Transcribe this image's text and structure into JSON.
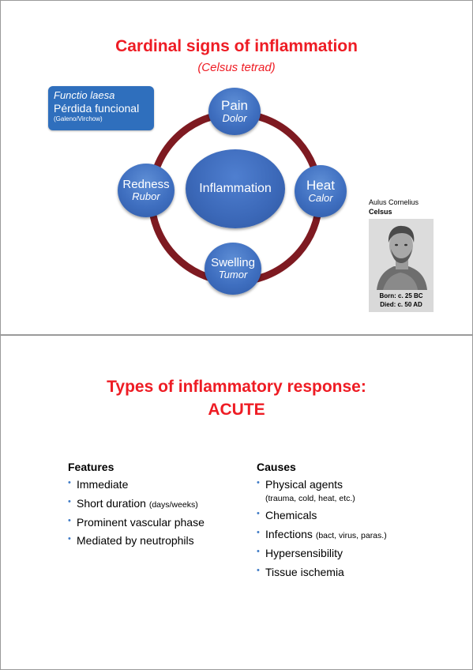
{
  "slide1": {
    "title": "Cardinal signs of inflammation",
    "subtitle": "(Celsus tetrad)",
    "functio": {
      "latin": "Functio laesa",
      "spanish": "Pérdida funcional",
      "attribution": "(Galeno/Virchow)"
    },
    "center": "Inflammation",
    "nodes": {
      "pain": {
        "label": "Pain",
        "latin": "Dolor"
      },
      "heat": {
        "label": "Heat",
        "latin": "Calor"
      },
      "redness": {
        "label": "Redness",
        "latin": "Rubor"
      },
      "swelling": {
        "label": "Swelling",
        "latin": "Tumor"
      }
    },
    "celsus": {
      "name_line1": "Aulus Cornelius",
      "name_line2": "Celsus",
      "born": "Born: c. 25 BC",
      "died": "Died: c. 50 AD"
    }
  },
  "slide2": {
    "title_line1": "Types of inflammatory response:",
    "title_line2": "ACUTE",
    "features": {
      "heading": "Features",
      "items": [
        "Immediate",
        "Short duration",
        "Prominent vascular phase",
        "Mediated by neutrophils"
      ],
      "duration_note": "(days/weeks)"
    },
    "causes": {
      "heading": "Causes",
      "items": [
        "Physical agents",
        "Chemicals",
        "Infections",
        "Hypersensibility",
        "Tissue ischemia"
      ],
      "physical_note": "(trauma, cold, heat, etc.)",
      "infections_note": "(bact, virus, paras.)"
    }
  },
  "colors": {
    "title_red": "#ee1c24",
    "node_blue": "#3f6fc0",
    "ring_maroon": "#7e1a21",
    "bullet_blue": "#3f7bc6"
  }
}
